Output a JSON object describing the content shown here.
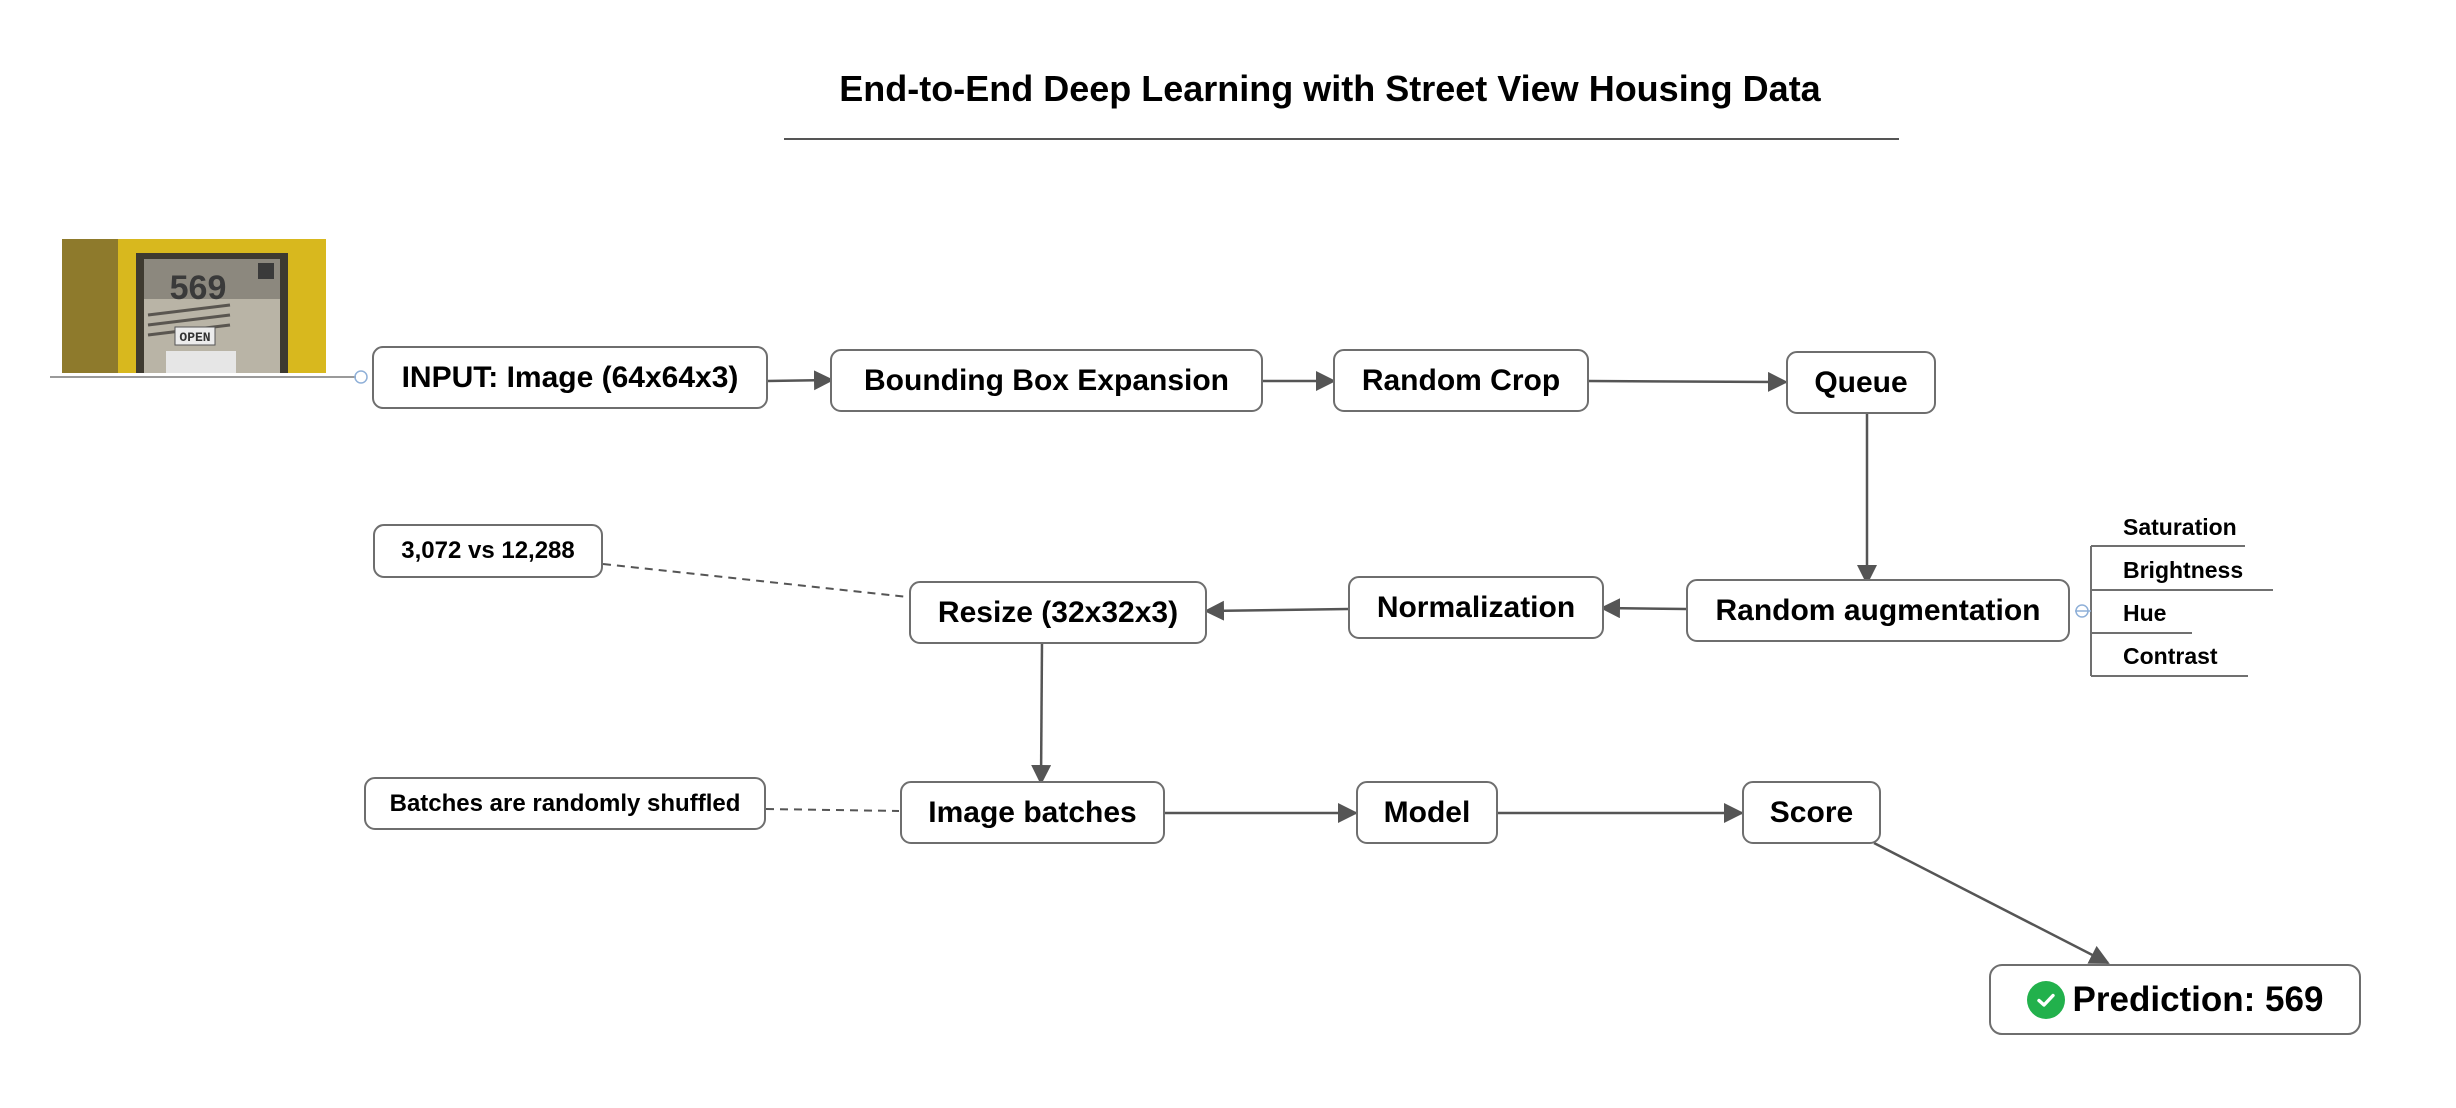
{
  "title": "End-to-End Deep Learning with Street View Housing Data",
  "nodes": {
    "input": "INPUT: Image (64x64x3)",
    "bbox_expansion": "Bounding Box Expansion",
    "random_crop": "Random Crop",
    "queue": "Queue",
    "random_augmentation": "Random augmentation",
    "normalization": "Normalization",
    "resize": "Resize (32x32x3)",
    "image_batches": "Image batches",
    "model": "Model",
    "score": "Score",
    "prediction": "Prediction: 569"
  },
  "notes": {
    "resize_note": "3,072 vs 12,288",
    "batches_note": "Batches are randomly shuffled"
  },
  "augmentation_options": [
    "Saturation",
    "Brightness",
    "Hue",
    "Contrast"
  ],
  "input_photo": {
    "house_number": "569",
    "sign_text": "OPEN"
  },
  "colors": {
    "connector": "#555555",
    "node_border": "#6e6e6e",
    "check": "#22b14c",
    "photo_frame": "#d8b81e"
  },
  "icons": {
    "prediction": "check-circle-icon"
  }
}
